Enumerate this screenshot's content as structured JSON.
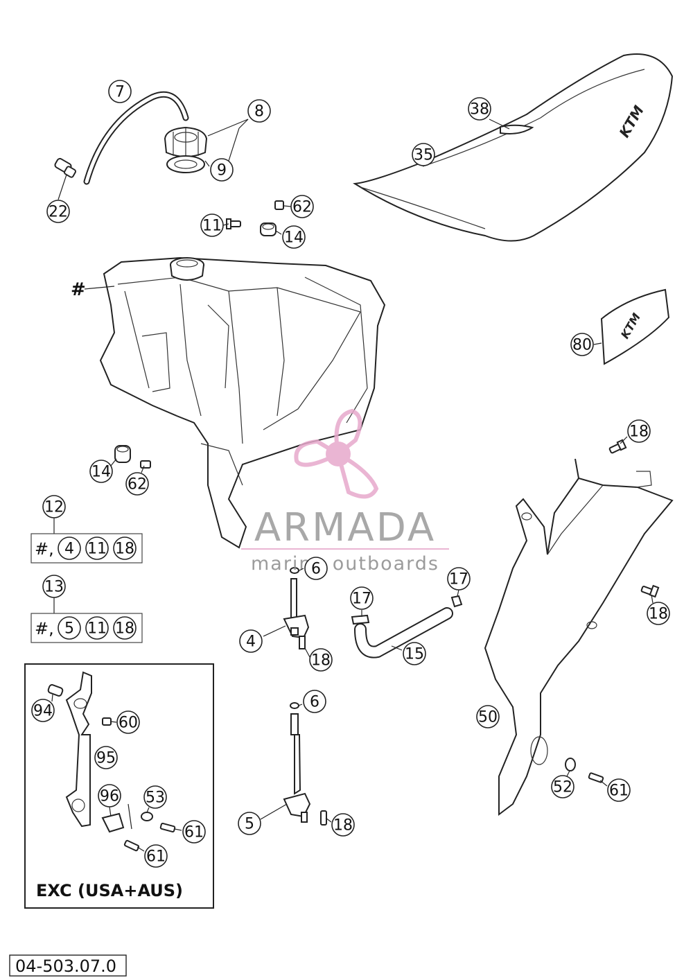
{
  "diagram_code": "04-503.07.0",
  "watermark": {
    "brand": "ARMADA",
    "tagline": "marine outboards",
    "color": "#e7a9cc"
  },
  "inset_caption": "EXC (USA+AUS)",
  "hash_marker": "#",
  "kits": [
    {
      "number": "12",
      "hash": "#,",
      "contents": [
        "4",
        "11",
        "18"
      ]
    },
    {
      "number": "13",
      "hash": "#,",
      "contents": [
        "5",
        "11",
        "18"
      ]
    }
  ],
  "callouts": [
    "7",
    "8",
    "9",
    "22",
    "11",
    "62",
    "14",
    "38",
    "35",
    "80",
    "14",
    "62",
    "6",
    "17",
    "17",
    "15",
    "4",
    "18",
    "6",
    "5",
    "18",
    "18",
    "18",
    "50",
    "52",
    "61",
    "94",
    "60",
    "95",
    "96",
    "53",
    "61",
    "61"
  ],
  "seat_logo": "KTM",
  "sticker_logo": "KTM"
}
